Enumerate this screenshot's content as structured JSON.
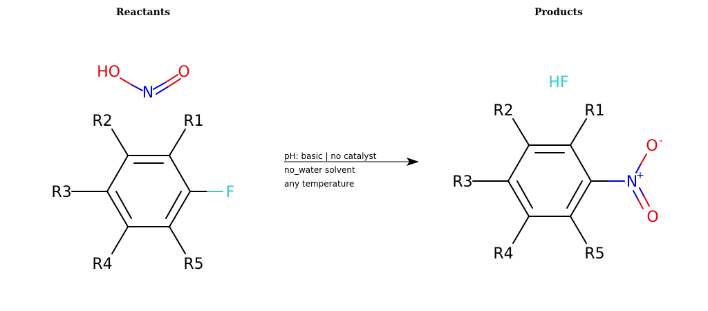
{
  "titles": {
    "reactants": "Reactants",
    "products": "Products"
  },
  "colors": {
    "carbon": "#000000",
    "oxygen": "#e8000b",
    "nitrogen": "#0000e0",
    "fluorine": "#33cccc"
  },
  "reactants": {
    "nitrous_acid": {
      "ho": "HO",
      "n": "N",
      "o": "O"
    },
    "aryl_fluoride": {
      "r1": "R1",
      "r2": "R2",
      "r3": "R3",
      "r4": "R4",
      "r5": "R5",
      "f": "F"
    }
  },
  "arrow": {
    "conditions": [
      "pH: basic | no catalyst",
      "no_water solvent",
      "any temperature"
    ]
  },
  "products": {
    "hf": "HF",
    "nitro_arene": {
      "r1": "R1",
      "r2": "R2",
      "r3": "R3",
      "r4": "R4",
      "r5": "R5",
      "n": "N",
      "n_charge": "+",
      "o_top": "O",
      "o_top_charge": "-",
      "o_bottom": "O"
    }
  }
}
